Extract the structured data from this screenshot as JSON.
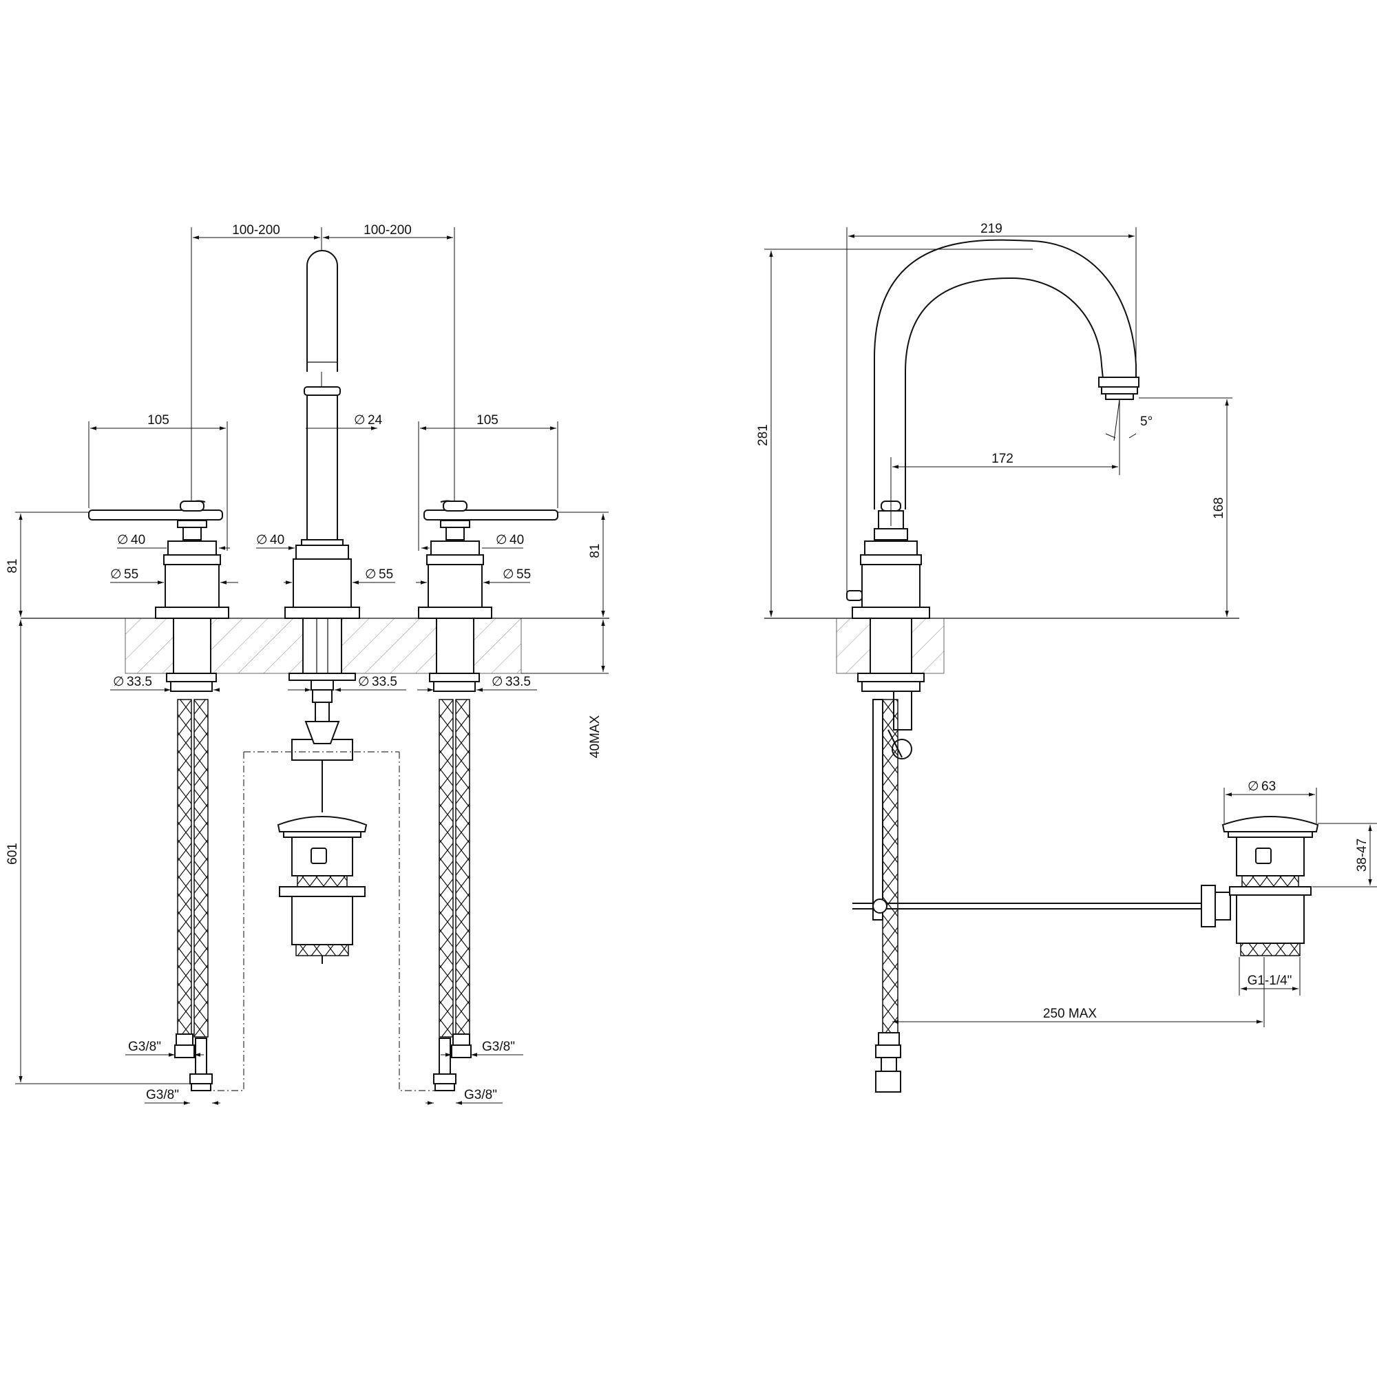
{
  "front_view": {
    "spacing_left": "100-200",
    "spacing_right": "100-200",
    "lever_reach_left": "105",
    "lever_reach_right": "105",
    "spout_diameter": "24",
    "handle_diameter_left": "40",
    "spout_base_diameter": "40",
    "handle_diameter_right": "40",
    "body_diameter_left": "55",
    "body_diameter_center": "55",
    "body_diameter_right": "55",
    "height_above_deck_left": "81",
    "height_above_deck_right": "81",
    "shank_diameter_left": "33.5",
    "shank_diameter_center": "33.5",
    "shank_diameter_right": "33.5",
    "deck_thickness": "40MAX",
    "hose_length": "601",
    "thread_left_upper": "G3/8\"",
    "thread_left_lower": "G3/8\"",
    "thread_right_upper": "G3/8\"",
    "thread_right_lower": "G3/8\""
  },
  "side_view": {
    "overall_reach": "219",
    "overall_height": "281",
    "spout_angle": "5°",
    "spout_reach": "172",
    "spout_outlet_height": "168",
    "waste_diameter": "63",
    "waste_height": "38-47",
    "waste_thread": "G1-1/4\"",
    "pull_rod_length": "250 MAX"
  },
  "symbols": {
    "diameter": "∅"
  }
}
